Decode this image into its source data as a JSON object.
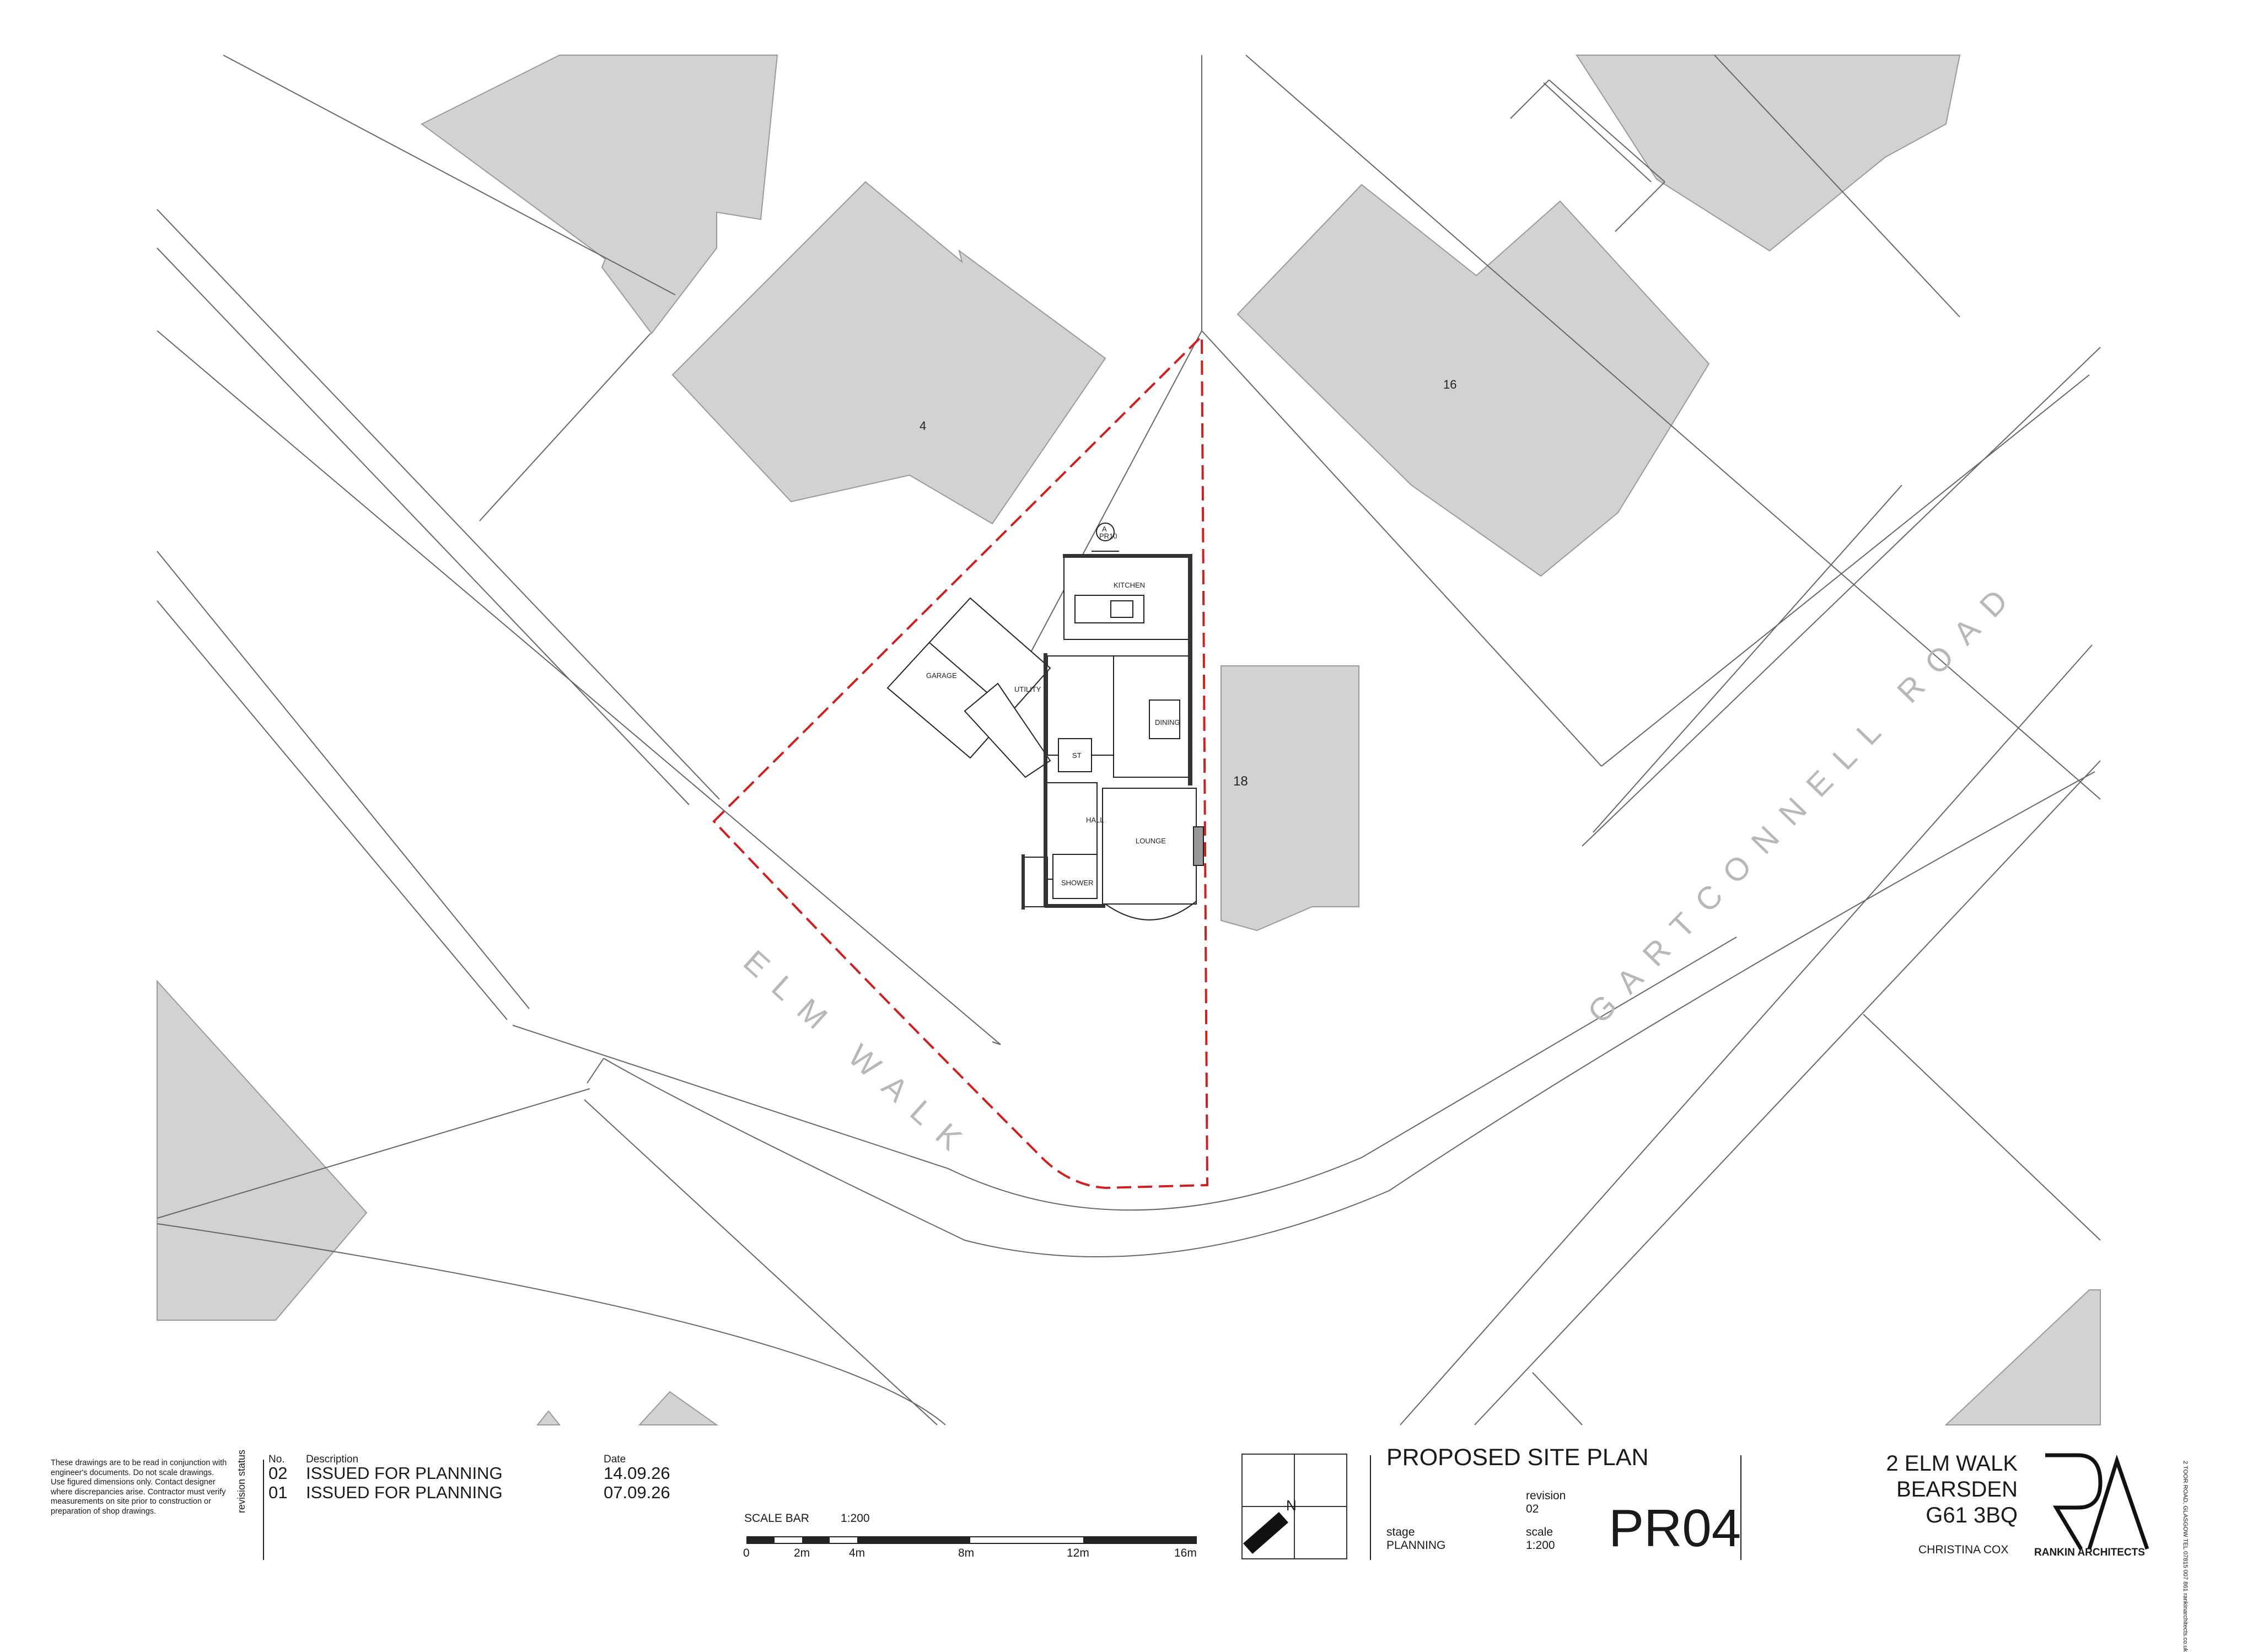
{
  "plot_labels": {
    "house_4": "4",
    "house_16": "16",
    "house_18": "18",
    "road_elm": "ELM WALK",
    "road_gartconnell": "GARTCONNELL ROAD"
  },
  "rooms": {
    "kitchen": "KITCHEN",
    "garage": "GARAGE",
    "utility": "UTILITY",
    "dining": "DINING",
    "st": "ST",
    "hall": "HALL",
    "lounge": "LOUNGE",
    "shower": "SHOWER",
    "section_marker_letter": "A",
    "section_marker_ref": "PR10"
  },
  "notes": "These drawings are to be read in conjunction with engineer's documents. Do not scale drawings. Use figured dimensions only. Contact designer where discrepancies arise. Contractor must verify measurements on site prior to construction or preparation of shop drawings.",
  "revisions": {
    "status_label": "revision status",
    "no_header": "No.",
    "desc_header": "Description",
    "date_header": "Date",
    "rows": [
      {
        "no": "02",
        "description": "ISSUED FOR PLANNING",
        "date": "14.09.26"
      },
      {
        "no": "01",
        "description": "ISSUED FOR PLANNING",
        "date": "07.09.26"
      }
    ]
  },
  "scale_bar": {
    "label": "SCALE BAR",
    "ratio": "1:200",
    "ticks": [
      "0",
      "2m",
      "4m",
      "8m",
      "12m",
      "16m"
    ]
  },
  "north_label": "N",
  "drawing": {
    "title": "PROPOSED SITE PLAN",
    "revision_label": "revision",
    "revision_value": "02",
    "stage_label": "stage",
    "stage_value": "PLANNING",
    "scale_label": "scale",
    "scale_value": "1:200",
    "code": "PR04"
  },
  "address": {
    "line1": "2 ELM WALK",
    "line2": "BEARSDEN",
    "line3": "G61 3BQ",
    "client": "CHRISTINA COX"
  },
  "practice": {
    "logo_letters": "RA",
    "name": "RANKIN ARCHITECTS",
    "contact": "2 TOOR ROAD, GLASGOW   TEL 07815 007 861   rankinarchitects.co.uk"
  },
  "colors": {
    "building_fill": "#d2d2d2",
    "boundary_red": "#d11f1f",
    "line": "#555555"
  }
}
